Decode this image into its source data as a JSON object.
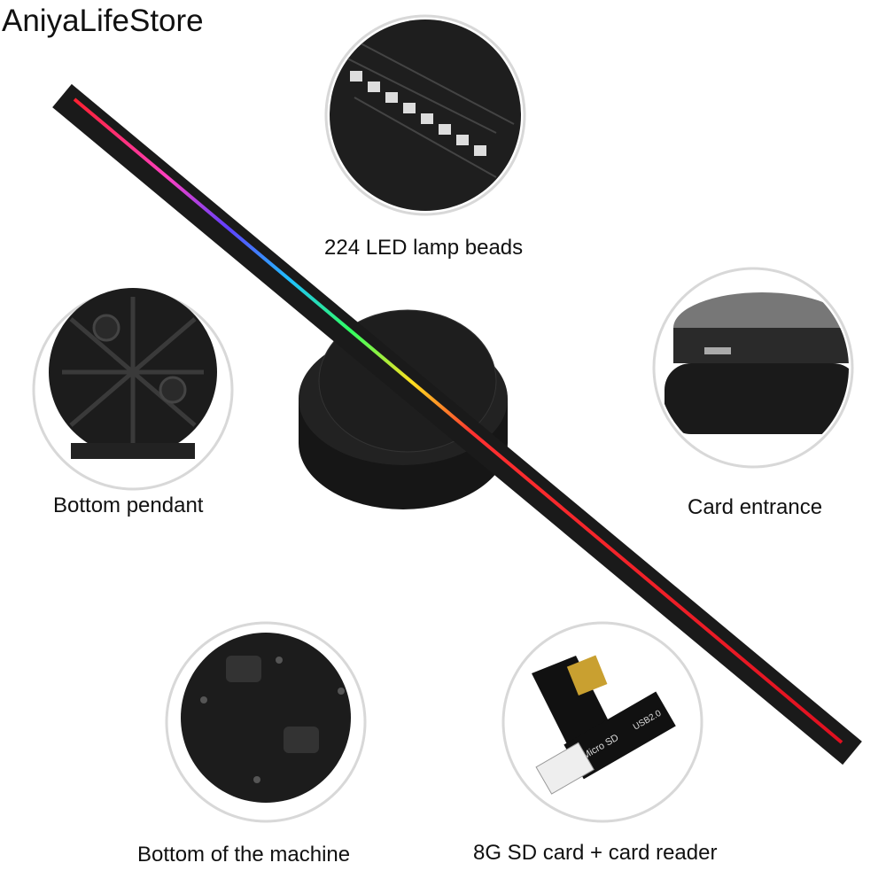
{
  "brand": "AniyaLifeStore",
  "labels": {
    "led": "224 LED lamp beads",
    "pendant": "Bottom pendant",
    "card_entrance": "Card entrance",
    "machine_bottom": "Bottom of the machine",
    "sd_card": "8G SD card + card reader"
  },
  "reader_print": {
    "brand": "Micro SD",
    "spec": "USB2.0"
  },
  "colors": {
    "device": "#1a1a1a",
    "circle_border": "#d8d8d8"
  }
}
